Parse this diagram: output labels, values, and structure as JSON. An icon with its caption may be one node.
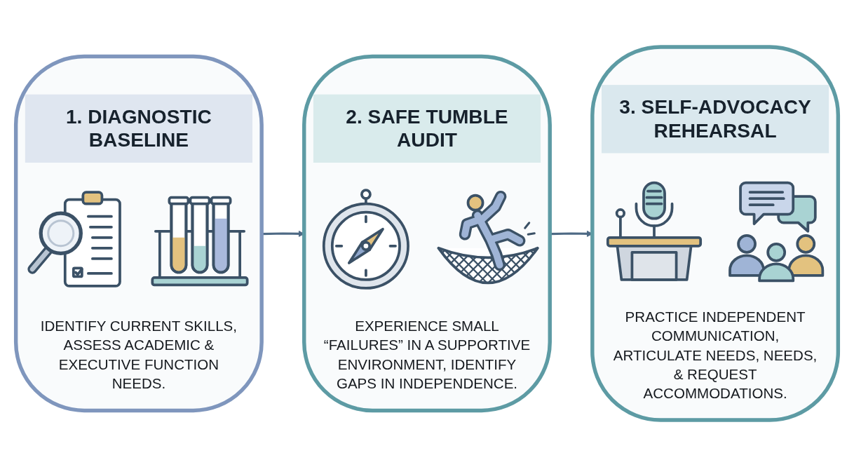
{
  "diagram": {
    "nodes": [
      {
        "text": [
          "1. DIAGNOSTIC BASELINE",
          "IDENTIFY CURRENT SKILLS, ASSESS ACADEMIC & EXECUTIVE FUNCTION NEEDS."
        ]
      },
      {
        "text": [
          "2. SAFE TUMBLE AUDIT",
          "EXPERIENCE SMALL “FAILURES” IN A SUPPORTIVE ENVIRONMENT, IDENTIFY GAPS IN INDEPENDENCE."
        ]
      },
      {
        "text": [
          "3. SELF-ADVOCACY REHEARSAL",
          "PRACTICE INDEPENDENT COMMUNICATION, ARTICULATE NEEDS, NEEDS, & REQUEST ACCOMMODATIONS."
        ]
      }
    ],
    "edges": [
      {
        "from": 0,
        "to": 1,
        "arrow": "to"
      },
      {
        "from": 1,
        "to": 2,
        "arrow": "to"
      }
    ]
  }
}
